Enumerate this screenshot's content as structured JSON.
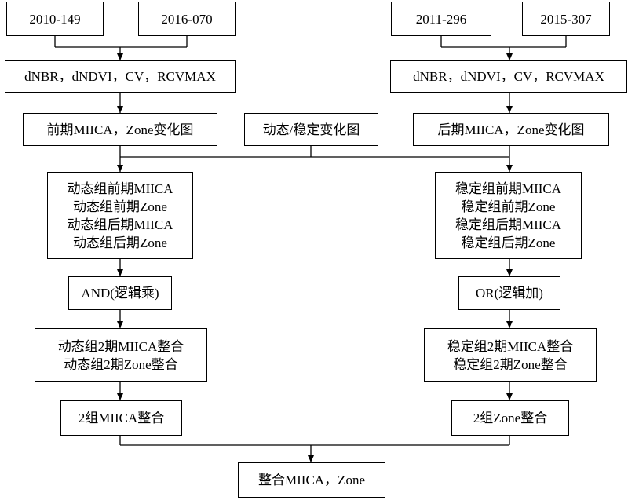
{
  "colors": {
    "line": "#000000",
    "background": "#ffffff"
  },
  "nodes": {
    "y2010": "2010-149",
    "y2016": "2016-070",
    "y2011": "2011-296",
    "y2015": "2015-307",
    "idx_left": "dNBR，dNDVI，CV，RCVMAX",
    "idx_right": "dNBR，dNDVI，CV，RCVMAX",
    "pre_change": "前期MIICA，Zone变化图",
    "dyn_stable": "动态/稳定变化图",
    "post_change": "后期MIICA，Zone变化图",
    "dyn_group": [
      "动态组前期MIICA",
      "动态组前期Zone",
      "动态组后期MIICA",
      "动态组后期Zone"
    ],
    "stable_group": [
      "稳定组前期MIICA",
      "稳定组前期Zone",
      "稳定组后期MIICA",
      "稳定组后期Zone"
    ],
    "and_op": "AND(逻辑乘)",
    "or_op": "OR(逻辑加)",
    "dyn_merge": [
      "动态组2期MIICA整合",
      "动态组2期Zone整合"
    ],
    "stable_merge": [
      "稳定组2期MIICA整合",
      "稳定组2期Zone整合"
    ],
    "miica_merge": "2组MIICA整合",
    "zone_merge": "2组Zone整合",
    "final": "整合MIICA，Zone"
  }
}
